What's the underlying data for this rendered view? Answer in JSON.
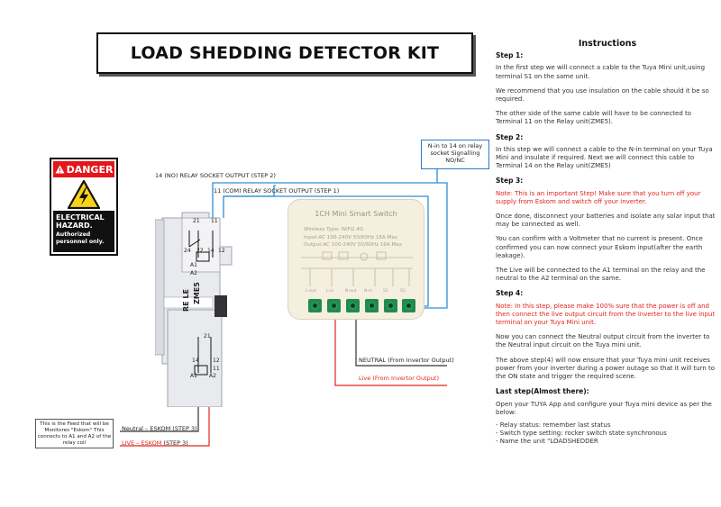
{
  "title": "LOAD SHEDDING DETECTOR KIT",
  "danger_sign": {
    "header": "DANGER",
    "hazard": "ELECTRICAL HAZARD.",
    "sub": "Authorized personnel only.",
    "color": "#e4161b"
  },
  "wire_labels": {
    "no_output": "14 (NO) RELAY SOCKET OUTPUT (STEP 2)",
    "com_output": "11 (COM) RELAY SOCKET OUTPUT (STEP 1)",
    "neutral_inverter": "NEUTRAL  (From Invertor Output)",
    "live_inverter": "Live (From Invertor Output)",
    "neutral_eskom": "Neutral – ESKOM (STEP 3)",
    "live_eskom": "LIVE – ESKOM",
    "live_eskom_step": "(STEP 3)"
  },
  "callouts": {
    "nin_to_14": "N-in to 14 on relay socket Signalling NO/NC",
    "feed": "This is the Feed that will be Monitores \"Eskom\" This connects to A1 and A2 of the relay coil"
  },
  "device": {
    "name": "1CH Mini Smart Switch",
    "line1": "Wireless Type: WiFi2.4G",
    "line2": "Input:AC 100-240V 50/60Hz 16A Max",
    "line3": "Output:AC 100-240V 50/60Hz 16A Max",
    "terminals": [
      "L-out",
      "L-in",
      "N-out",
      "N-in",
      "S1",
      "S2"
    ]
  },
  "relay": {
    "brand": "RE LE",
    "model": "ZME5",
    "top_numbers": [
      "21",
      "11"
    ],
    "row_numbers": [
      "24",
      "22",
      "14",
      "12"
    ],
    "coil_labels": [
      "A1",
      "A2"
    ],
    "bottom_numbers": [
      "21",
      "14",
      "12",
      "11"
    ]
  },
  "instructions": {
    "title": "Instructions",
    "step1_heading": "Step 1:",
    "step1_p1": "In the first step we will connect a cable to the Tuya Mini unit,using terminal S1 on the same unit.",
    "step1_p2": "We recommend that you use insulation on the cable should it be so required.",
    "step1_p3": "The other side of the same cable will have to be connected to Terminal 11 on the Relay unit(ZME5).",
    "step2_heading": "Step 2:",
    "step2_p1": "In this step we will connect a cable to the N-in terminal on your Tuya Mini and insulate if required. Next we will connect this cable to Terminal 14 on the Relay unit(ZME5)",
    "step3_heading": "Step 3:",
    "step3_warning": "Note: This is an important Step! Make sure that  you turn off your supply from Eskom and switch off your inverter.",
    "step3_p1": "Once done, disconnect your batteries and isolate any solar input that may be connected as well.",
    "step3_p2": "You can confirm with a Voltmeter that no current is present. Once confirmed you can now connect your Eskom input(after the earth leakage).",
    "step3_p3": "The Live will be connected to the A1 terminal on the relay and the neutral to the A2 terminal on the same.",
    "step4_heading": "Step 4:",
    "step4_warning": "Note: In this step, please make 100% sure that the power is off and then connect the live output circuit from the inverter to the live input terminal on your Tuya Mini unit.",
    "step4_p1": "Now you can connect the Neutral output circuit from the inverter to the Neutral input circuit on the Tuya mini unit.",
    "step4_p2": "The above step(4) will now ensure that your Tuya mini unit receives power from your inverter during a power outage so that it will turn to the ON state and trigger the required scene.",
    "last_heading": "Last step(Almost there):",
    "last_p1": "Open your TUYA App and configure your Tuya mini device as per the below:",
    "last_items": [
      "- Relay status: remember last status",
      "- Switch type setting: rocker switch state synchronous",
      "- Name the unit \"LOADSHEDDER"
    ]
  },
  "colors": {
    "wire_blue": "#2d8fd5",
    "wire_red": "#e1251b",
    "wire_dark": "#333333",
    "terminal_green": "#1f8c4e"
  }
}
